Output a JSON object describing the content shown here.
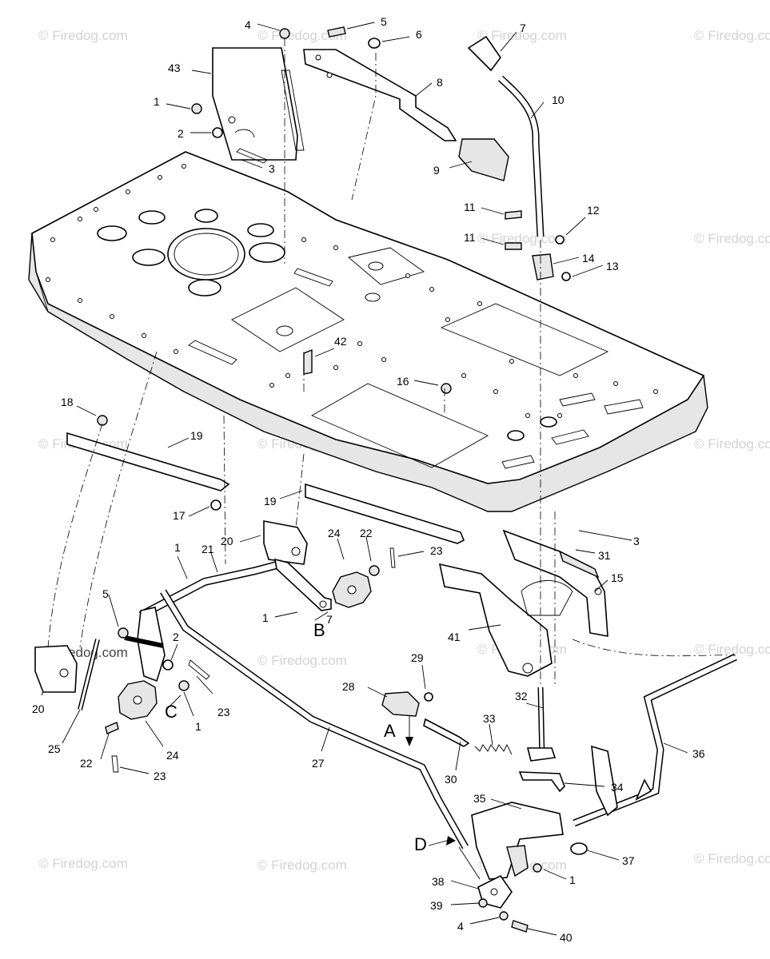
{
  "watermark": "© Firedog.com",
  "watermark_dark": "© Firedog.com",
  "letters": {
    "A": "A",
    "B": "B",
    "C": "C",
    "D": "D"
  },
  "callouts": {
    "c4": "4",
    "c5a": "5",
    "c6": "6",
    "c7": "7",
    "c43": "43",
    "c8": "8",
    "c10": "10",
    "c1a": "1",
    "c2a": "2",
    "c3a": "3",
    "c9": "9",
    "c11a": "11",
    "c12": "12",
    "c11b": "11",
    "c14": "14",
    "c13": "13",
    "c42": "42",
    "c16": "16",
    "c18": "18",
    "c19a": "19",
    "c17": "17",
    "c19b": "19",
    "c3b": "3",
    "c31": "31",
    "c15": "15",
    "c20a": "20",
    "c24a": "24",
    "c22a": "22",
    "c23a": "23",
    "c1b": "1",
    "c21": "21",
    "c1c": "1",
    "c7b": "7",
    "c5b": "5",
    "c2b": "2",
    "c41": "41",
    "c29": "29",
    "c28": "28",
    "c32": "32",
    "c33": "33",
    "c20b": "20",
    "c23b": "23",
    "c1d": "1",
    "c25": "25",
    "c22b": "22",
    "c24b": "24",
    "c23c": "23",
    "c27": "27",
    "c30": "30",
    "c34": "34",
    "c36": "36",
    "c35": "35",
    "c37": "37",
    "c1e": "1",
    "c38": "38",
    "c39": "39",
    "c4b": "4",
    "c40": "40"
  }
}
